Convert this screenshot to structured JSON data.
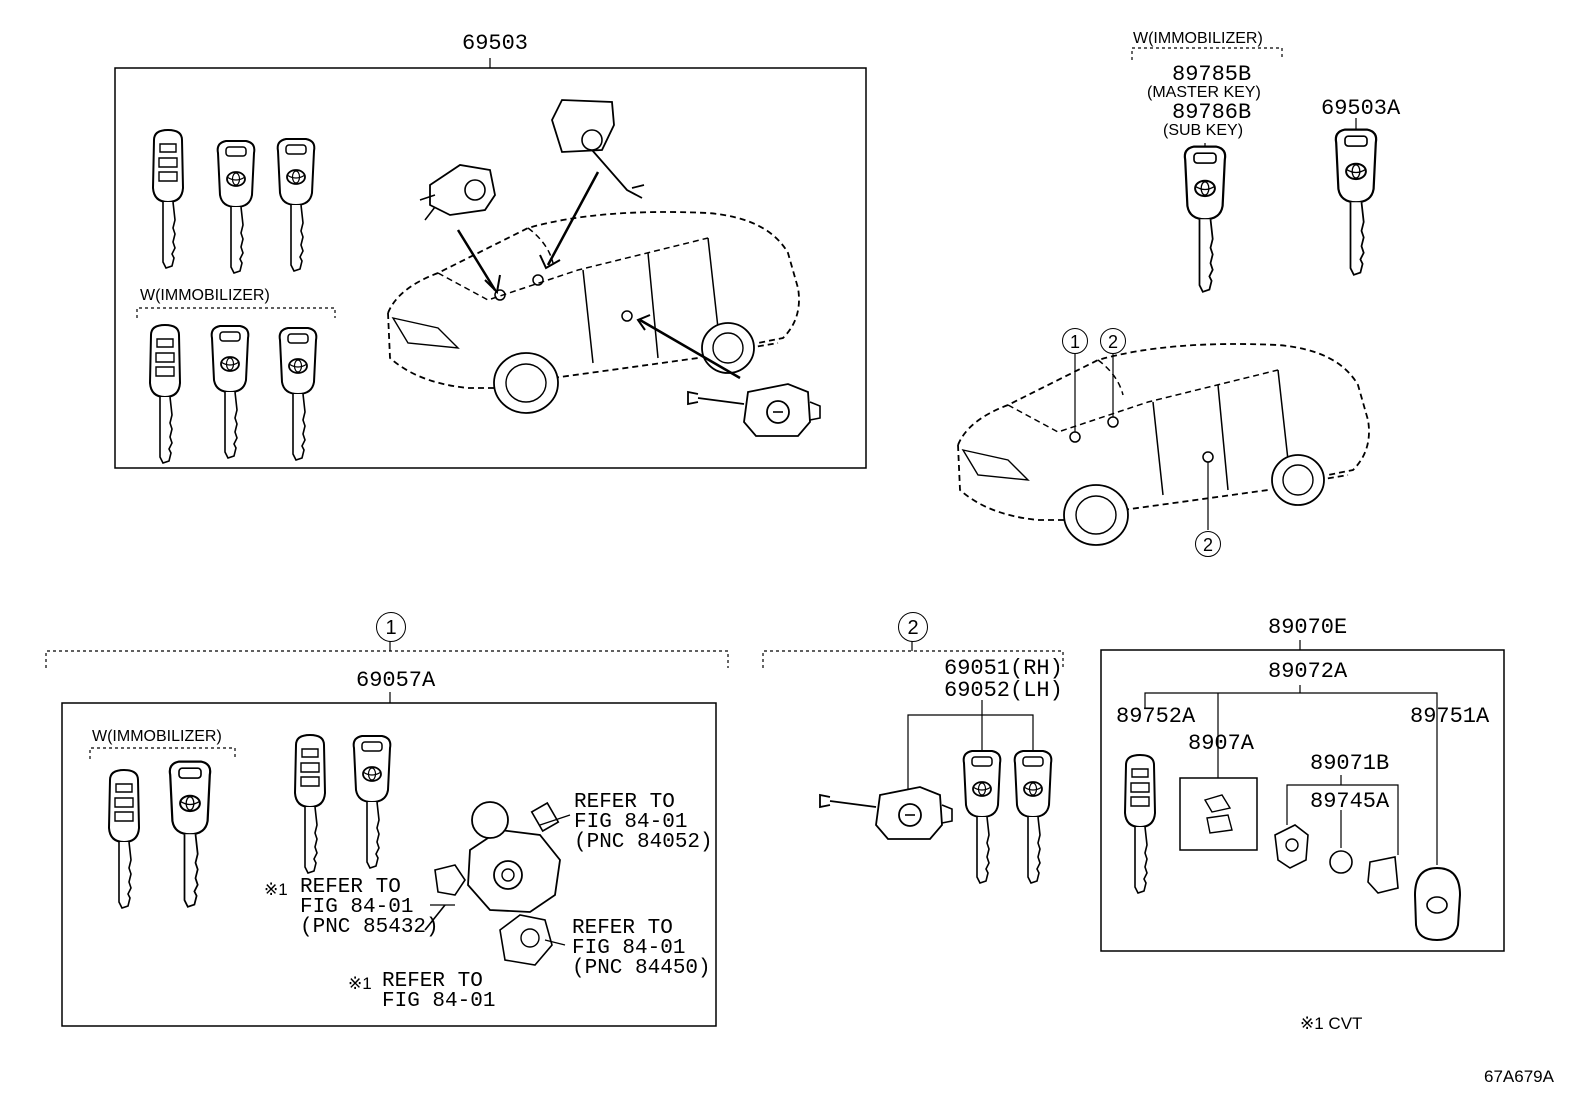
{
  "diagram_id": "67A679A",
  "top_group": {
    "part_no": "69503",
    "immobilizer_label": "W(IMMOBILIZER)"
  },
  "right_keys": {
    "immobilizer_label": "W(IMMOBILIZER)",
    "master_key_part": "89785B",
    "master_key_desc": "(MASTER KEY)",
    "sub_key_part": "89786B",
    "sub_key_desc": "(SUB KEY)",
    "key_part": "69503A"
  },
  "car_callouts": [
    "1",
    "2",
    "2"
  ],
  "section1": {
    "callout": "1",
    "part_no": "69057A",
    "immobilizer_label": "W(IMMOBILIZER)",
    "ref_a": [
      "REFER TO",
      "FIG 84-01",
      "(PNC 84052)"
    ],
    "ref_b_mark": "※1",
    "ref_b": [
      "REFER TO",
      "FIG 84-01",
      "(PNC 85432)"
    ],
    "ref_c": [
      "REFER TO",
      "FIG 84-01",
      "(PNC 84450)"
    ],
    "ref_d_mark": "※1",
    "ref_d": [
      "REFER TO",
      "FIG 84-01"
    ]
  },
  "section2": {
    "callout": "2",
    "rh_part": "69051(RH)",
    "lh_part": "69052(LH)"
  },
  "section3": {
    "part_no": "89070E",
    "sub_part": "89072A",
    "left_key": "89752A",
    "case": "8907A",
    "right_key": "89751A",
    "transmitter": "89071B",
    "battery": "89745A"
  },
  "footnote": "※1 CVT"
}
